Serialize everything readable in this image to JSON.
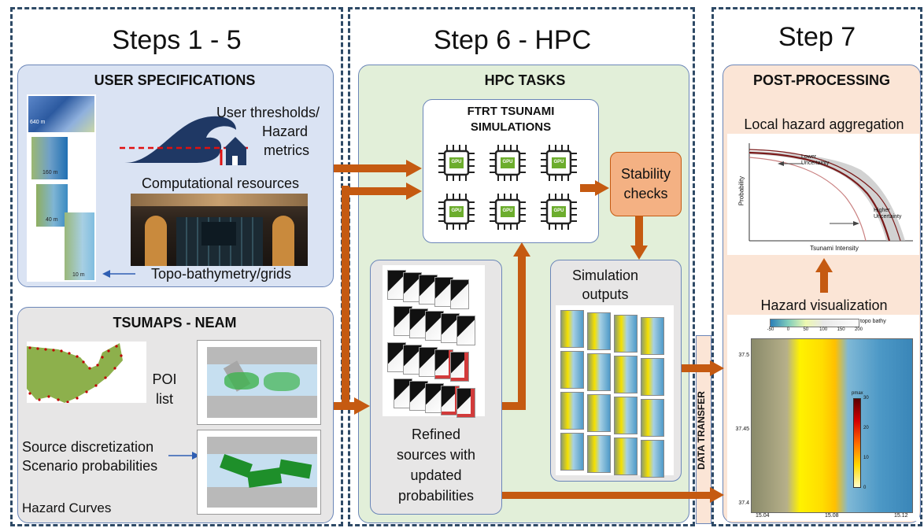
{
  "columns": {
    "steps_1_5": "Steps 1 - 5",
    "step_6": "Step 6 - HPC",
    "step_7": "Step 7"
  },
  "user_spec": {
    "title": "USER SPECIFICATIONS",
    "thresholds": [
      "User thresholds/",
      "Hazard",
      "metrics"
    ],
    "resources": "Computational resources",
    "grids": "Topo-bathymetry/grids",
    "grid_labels": [
      "640 m",
      "160 m",
      "40 m",
      "10 m"
    ]
  },
  "tsumaps": {
    "title": "TSUMAPS - NEAM",
    "poi": [
      "POI",
      "list"
    ],
    "source": "Source discretization",
    "scenario": "Scenario probabilities",
    "hazard_curves": "Hazard Curves"
  },
  "hpc": {
    "title": "HPC TASKS",
    "ftrt": [
      "FTRT TSUNAMI",
      "SIMULATIONS"
    ],
    "gpu_label": "GPU",
    "stability": [
      "Stability",
      "checks"
    ],
    "sim_outputs": [
      "Simulation",
      "outputs"
    ],
    "refined": [
      "Refined",
      "sources with",
      "updated",
      "probabilities"
    ]
  },
  "data_transfer": "DATA TRANSFER",
  "post": {
    "title": "POST-PROCESSING",
    "aggregation": "Local hazard aggregation",
    "curve_ylabel": "Probability",
    "curve_xlabel": "Tsunami Intensity",
    "lower": [
      "Lower",
      "Uncertainty"
    ],
    "higher": [
      "Higher",
      "Uncertainty"
    ],
    "visualization": "Hazard visualization",
    "colorbar_ticks": [
      "-50",
      "0",
      "50",
      "100",
      "150",
      "200"
    ],
    "colorbar_label": "topo bathy",
    "map_y_ticks": [
      "37.5",
      "37.45",
      "37.4"
    ],
    "map_x_ticks": [
      "15.04",
      "15.08",
      "15.12"
    ],
    "map_cb_ticks": [
      "30",
      "20",
      "10",
      "0"
    ],
    "map_cb_label": "pmax"
  },
  "colors": {
    "arrow": "#c55a11",
    "user_spec_bg": "#dae3f3",
    "tsumaps_bg": "#e7e6e6",
    "hpc_bg": "#e2efd9",
    "post_bg": "#fbe5d6",
    "stability_bg": "#f4b183",
    "gpu_core": "#6cad2d"
  }
}
